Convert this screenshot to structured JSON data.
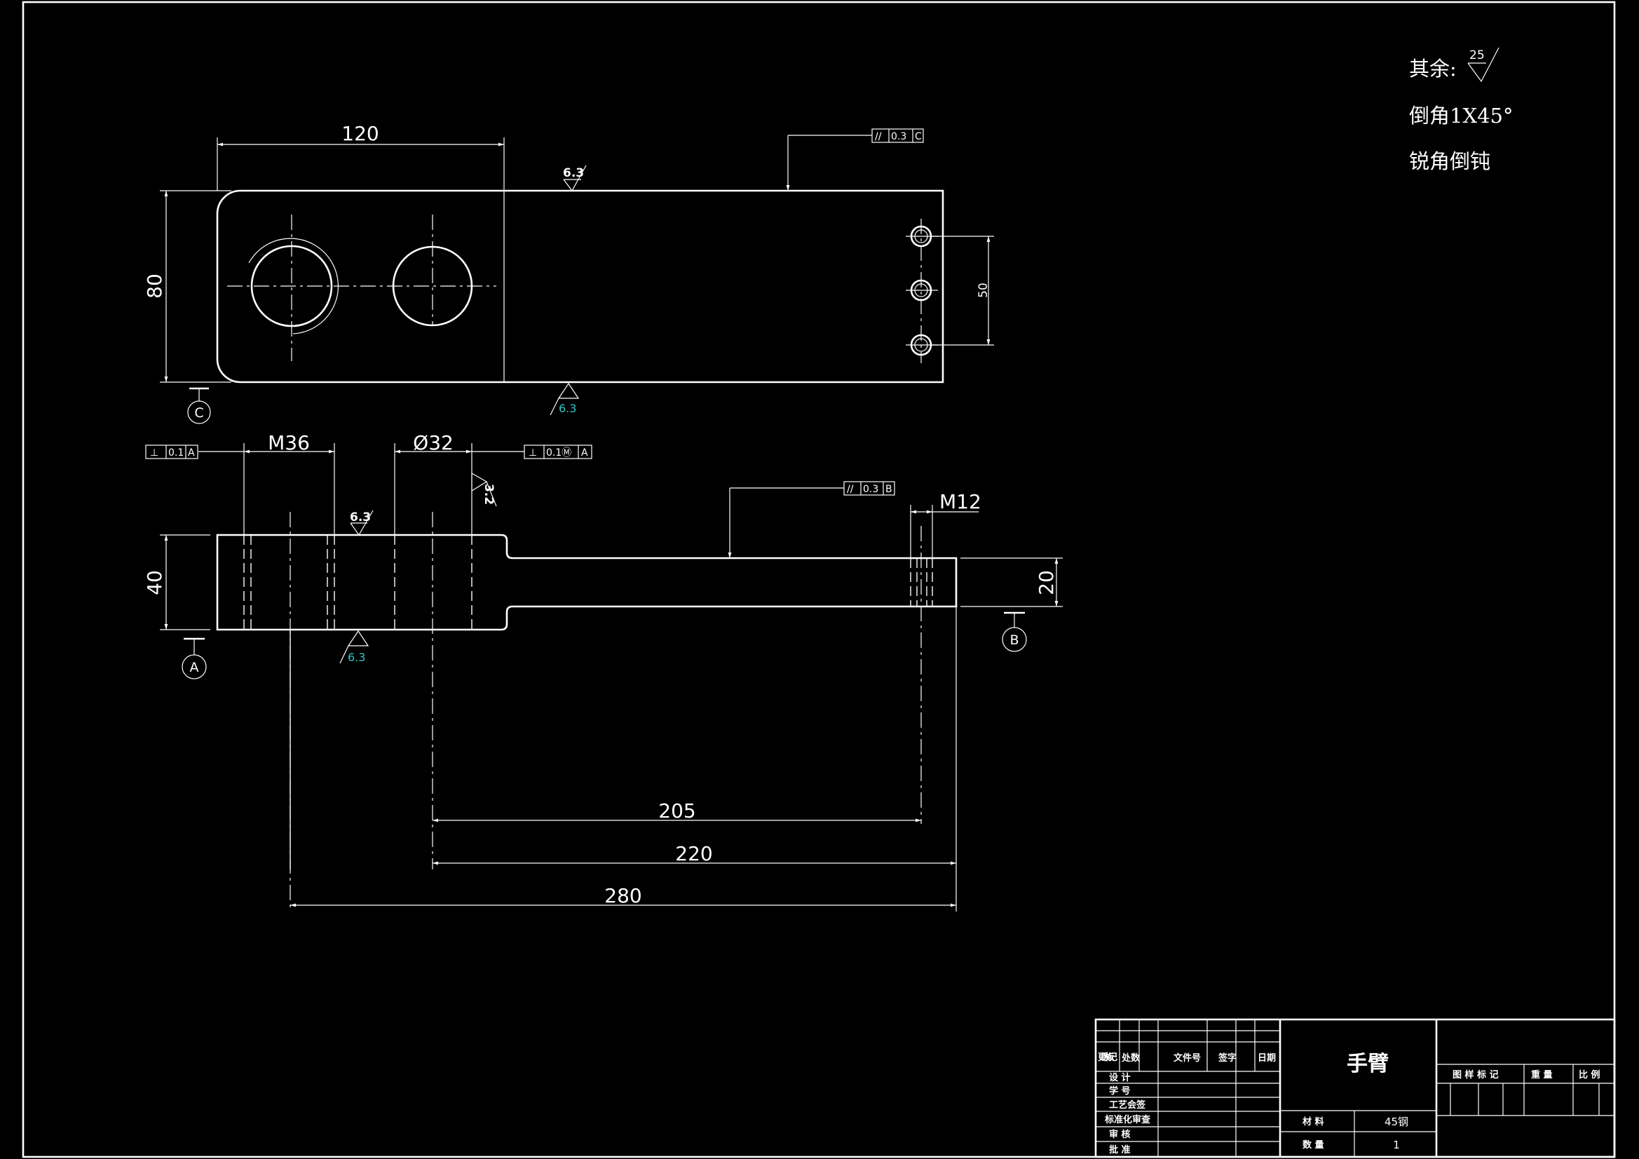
{
  "notes": {
    "roughness_prefix": "其余:",
    "roughness_value": "25",
    "chamfer": "倒角1X45°",
    "sharp_edges": "锐角倒钝"
  },
  "top_view": {
    "dim_120": "120",
    "dim_80": "80",
    "dim_50": "50",
    "rough_top": "6.3",
    "rough_bottom": "6.3",
    "fcf_sym": "//",
    "fcf_tol": "0.3",
    "fcf_datum": "C",
    "datum_letter": "C"
  },
  "front_view": {
    "dim_m36": "M36",
    "dim_phi32": "Ø32",
    "dim_m12": "M12",
    "dim_40": "40",
    "dim_20": "20",
    "dim_205": "205",
    "dim_220": "220",
    "dim_280": "280",
    "rough_top": "6.3",
    "rough_side": "3.2",
    "rough_bottom": "6.3",
    "fcf_left_sym": "⊥",
    "fcf_left_tol": "0.1",
    "fcf_left_datum": "A",
    "fcf_right_sym": "⊥",
    "fcf_right_tol": "0.1Ⓜ",
    "fcf_right_datum": "A",
    "fcf_par_sym": "//",
    "fcf_par_tol": "0.3",
    "fcf_par_datum": "B",
    "datum_a": "A",
    "datum_b": "B"
  },
  "title_block": {
    "part_name": "手臂",
    "h_mark": "更改标记",
    "h_zone": "处数",
    "h_docno": "文件号",
    "h_sign": "签字",
    "h_date": "日期",
    "r_design": "设  计",
    "r_student_no": "学  号",
    "r_process": "工艺会签",
    "r_standard": "标准化审查",
    "r_review": "审  核",
    "r_approve": "批  准",
    "material_label": "材  料",
    "material_value": "45钢",
    "qty_label": "数  量",
    "qty_value": "1",
    "h_drawing_mark": "图 样 标 记",
    "h_weight": "重 量",
    "h_scale": "比 例"
  }
}
